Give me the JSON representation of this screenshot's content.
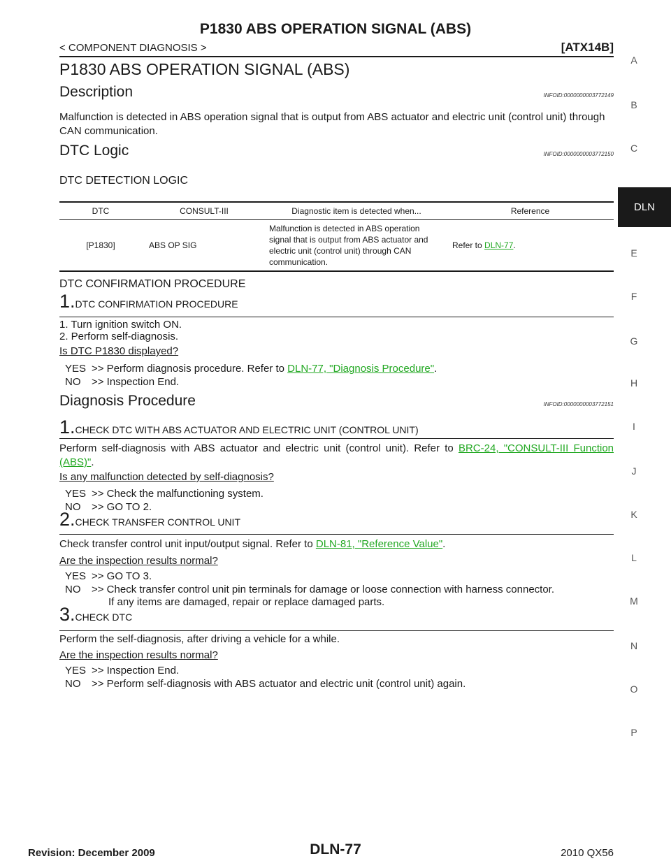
{
  "header": {
    "top_title": "P1830 ABS OPERATION SIGNAL (ABS)",
    "breadcrumb": "< COMPONENT DIAGNOSIS >",
    "section_code": "[ATX14B]"
  },
  "page_title": "P1830 ABS OPERATION SIGNAL (ABS)",
  "description": {
    "heading": "Description",
    "infoid": "INFOID:0000000003772149",
    "text": "Malfunction is detected in ABS operation signal that is output from ABS actuator and electric unit (control unit) through CAN communication."
  },
  "dtc_logic": {
    "heading": "DTC Logic",
    "infoid": "INFOID:0000000003772150",
    "detection_heading": "DTC DETECTION LOGIC",
    "table": {
      "headers": [
        "DTC",
        "CONSULT-III",
        "Diagnostic item is detected when...",
        "Reference"
      ],
      "row": {
        "dtc": "[P1830]",
        "consult": "ABS OP SIG",
        "item": "Malfunction is detected in ABS operation signal that is output from ABS actuator and electric unit (control unit) through CAN communication.",
        "ref_prefix": "Refer to ",
        "ref_link": "DLN-77",
        "ref_suffix": "."
      }
    },
    "confirmation_heading": "DTC CONFIRMATION PROCEDURE",
    "step1": {
      "num": "1.",
      "title": "DTC CONFIRMATION PROCEDURE",
      "line1": "1. Turn ignition switch ON.",
      "line2": "2. Perform self-diagnosis.",
      "question": "Is DTC P1830 displayed?",
      "yes_key": "YES",
      "yes_text": ">> Perform diagnosis procedure. Refer to ",
      "yes_link": "DLN-77, \"Diagnosis Procedure\"",
      "yes_suffix": ".",
      "no_key": "NO",
      "no_text": ">> Inspection End."
    }
  },
  "diagnosis": {
    "heading": "Diagnosis Procedure",
    "infoid": "INFOID:0000000003772151",
    "step1": {
      "num": "1.",
      "title": "CHECK DTC WITH ABS ACTUATOR AND ELECTRIC UNIT (CONTROL UNIT)",
      "text": "Perform self-diagnosis with ABS actuator and electric unit (control unit). Refer to ",
      "link": "BRC-24, \"CONSULT-III Function (ABS)\"",
      "suffix": ".",
      "question": "Is any malfunction detected by self-diagnosis?",
      "yes_key": "YES",
      "yes_text": ">> Check the malfunctioning system.",
      "no_key": "NO",
      "no_text": ">> GO TO 2."
    },
    "step2": {
      "num": "2.",
      "title": "CHECK TRANSFER CONTROL UNIT",
      "text": "Check transfer control unit input/output signal. Refer to ",
      "link": "DLN-81, \"Reference Value\"",
      "suffix": ".",
      "question": "Are the inspection results normal?",
      "yes_key": "YES",
      "yes_text": ">> GO TO 3.",
      "no_key": "NO",
      "no_text": ">> Check transfer control unit pin terminals for damage or loose connection with harness connector.",
      "no_text2": "If any items are damaged, repair or replace damaged parts."
    },
    "step3": {
      "num": "3.",
      "title": "CHECK DTC",
      "text": "Perform the self-diagnosis, after driving a vehicle for a while.",
      "question": "Are the inspection results normal?",
      "yes_key": "YES",
      "yes_text": ">> Inspection End.",
      "no_key": "NO",
      "no_text": ">> Perform self-diagnosis with ABS actuator and electric unit (control unit) again."
    }
  },
  "side_tabs": [
    "A",
    "B",
    "C",
    "E",
    "F",
    "G",
    "H",
    "I",
    "J",
    "K",
    "L",
    "M",
    "N",
    "O",
    "P"
  ],
  "active_tab": "DLN",
  "footer": {
    "revision": "Revision: December 2009",
    "page": "DLN-77",
    "model": "2010 QX56"
  },
  "colors": {
    "link": "#22a822",
    "text": "#1a1a1a"
  }
}
